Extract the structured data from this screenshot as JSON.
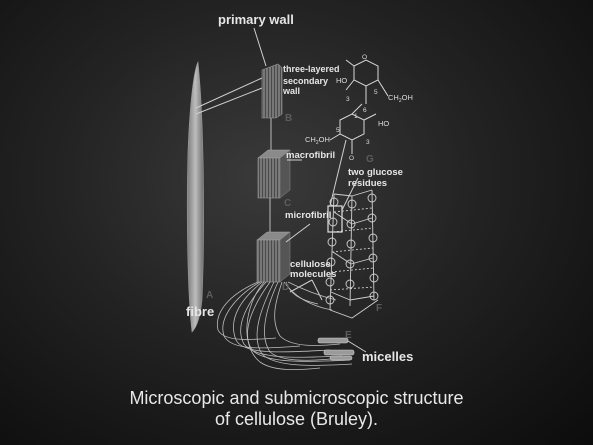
{
  "labels": {
    "primary_wall": "primary wall",
    "three_layered": "three-layered",
    "secondary_wall": "secondary",
    "wall": "wall",
    "macrofibril": "macrofibril",
    "microfibril": "microfibril",
    "cellulose": "cellulose",
    "molecules": "molecules",
    "fibre": "fibre",
    "micelles": "micelles",
    "two_glucose": "two glucose",
    "residues": "residues"
  },
  "letters": {
    "a": "A",
    "b": "B",
    "c": "C",
    "d": "D",
    "e": "E",
    "f": "F",
    "g": "G"
  },
  "chemistry": {
    "ho_top": "HO",
    "ch2oh_top": "CH",
    "ch2oh_top_sub": "2",
    "oh_top_suffix": "OH",
    "ch2oh_bot": "CH",
    "ch2oh_bot_sub": "2",
    "ch2oh_bot_suffix": "OH",
    "ho_bot": "HO",
    "o": "O",
    "num_3": "3",
    "num_5": "5",
    "num_6": "6",
    "num_1": "1"
  },
  "caption": {
    "line1": "Microscopic and submicroscopic structure",
    "line2": "of cellulose (Bruley)."
  },
  "colors": {
    "background": "#1e1e1e",
    "text": "#e6e6e6",
    "letter_labels": "#5c5c5c"
  }
}
